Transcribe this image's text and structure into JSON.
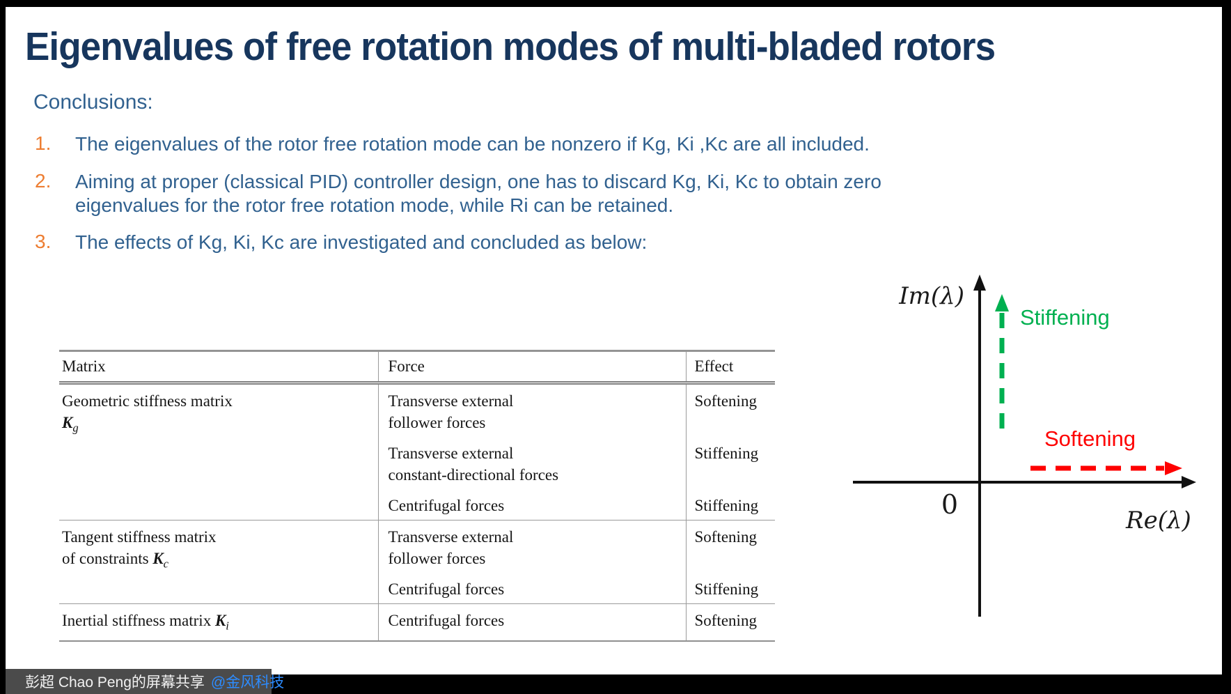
{
  "slide": {
    "title": "Eigenvalues of free rotation modes of multi-bladed rotors",
    "conclusions_label": "Conclusions:",
    "items": [
      {
        "num": "1.",
        "text": "The eigenvalues of the rotor free rotation mode can be nonzero if Kg, Ki ,Kc are all included."
      },
      {
        "num": "2.",
        "text": "Aiming at proper (classical PID) controller design, one has to discard Kg, Ki, Kc to obtain zero eigenvalues for the rotor free rotation mode, while Ri can be retained."
      },
      {
        "num": "3.",
        "text": "The effects of Kg, Ki, Kc are investigated and concluded as below:"
      }
    ],
    "table": {
      "headers": [
        "Matrix",
        "Force",
        "Effect"
      ],
      "groups": [
        {
          "matrix": {
            "line1": "Geometric stiffness matrix",
            "sym": "K",
            "sub": "g"
          },
          "rows": [
            {
              "force": [
                "Transverse external",
                "follower forces"
              ],
              "effect": "Softening"
            },
            {
              "force": [
                "Transverse external",
                "constant-directional forces"
              ],
              "effect": "Stiffening"
            },
            {
              "force": [
                "Centrifugal forces"
              ],
              "effect": "Stiffening"
            }
          ]
        },
        {
          "matrix": {
            "line1": "Tangent stiffness matrix",
            "line2_prefix": "of constraints ",
            "sym": "K",
            "sub": "c"
          },
          "rows": [
            {
              "force": [
                "Transverse external",
                "follower forces"
              ],
              "effect": "Softening"
            },
            {
              "force": [
                "Centrifugal forces"
              ],
              "effect": "Stiffening"
            }
          ]
        },
        {
          "matrix": {
            "line1_prefix": "Inertial stiffness matrix ",
            "sym": "K",
            "sub": "i"
          },
          "rows": [
            {
              "force": [
                "Centrifugal forces"
              ],
              "effect": "Softening"
            }
          ]
        }
      ]
    },
    "diagram": {
      "y_axis_label": "Im(λ)",
      "x_axis_label": "Re(λ)",
      "origin_label": "0",
      "stiffening_label": "Stiffening",
      "softening_label": "Softening",
      "stiffening_color": "#00b050",
      "softening_color": "#fe0000"
    }
  },
  "share_bar": {
    "text": "彭超 Chao Peng的屏幕共享",
    "mention": "@金风科技",
    "mention_color": "#2d8cff"
  },
  "colors": {
    "title": "#17365d",
    "body_text": "#31618f",
    "list_number": "#ed7d31",
    "bar_background": "#4b4b4b"
  }
}
